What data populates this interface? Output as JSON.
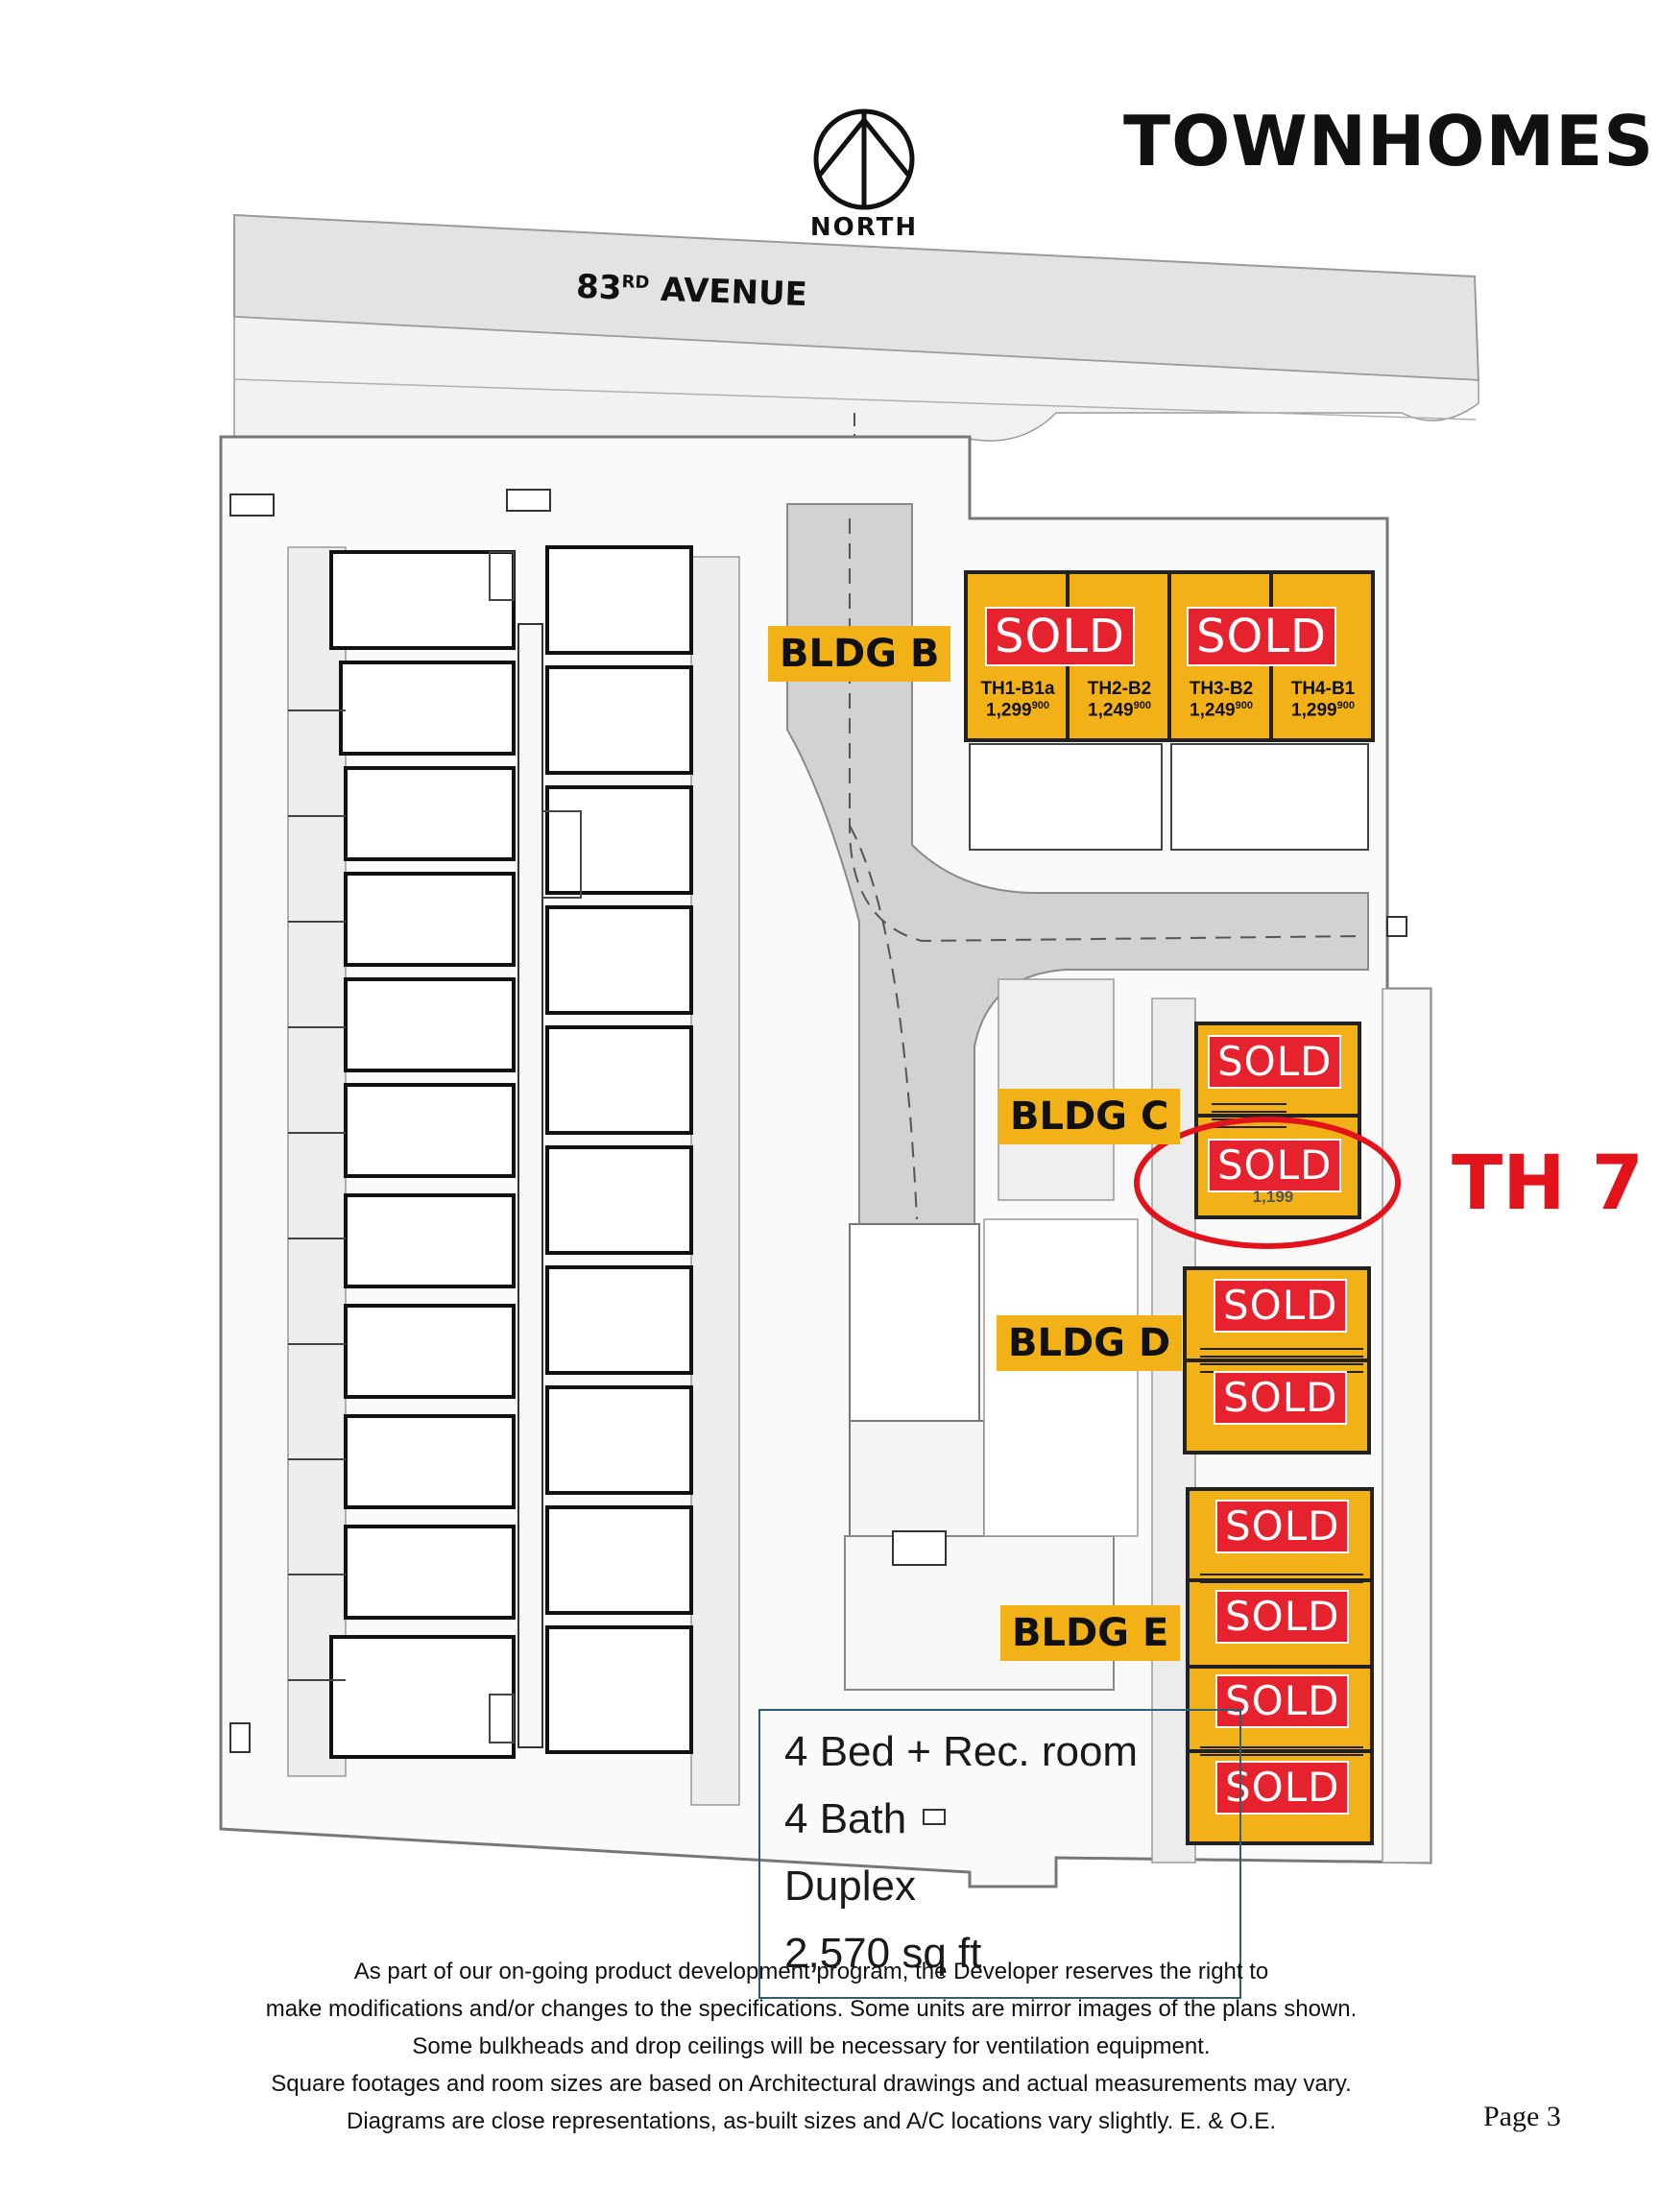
{
  "header": {
    "title": "TOWNHOMES",
    "north_label": "NORTH"
  },
  "street": {
    "number": "83",
    "suffix": "RD",
    "name": "AVENUE"
  },
  "buildings": [
    {
      "id": "b",
      "label": "BLDG B"
    },
    {
      "id": "c",
      "label": "BLDG C"
    },
    {
      "id": "d",
      "label": "BLDG D"
    },
    {
      "id": "e",
      "label": "BLDG E"
    }
  ],
  "status_text": "SOLD",
  "units_b": [
    {
      "code": "TH1-B1a",
      "price": "1,299",
      "cents": "900"
    },
    {
      "code": "TH2-B2",
      "price": "1,249",
      "cents": "900"
    },
    {
      "code": "TH3-B2",
      "price": "1,249",
      "cents": "900"
    },
    {
      "code": "TH4-B1",
      "price": "1,299",
      "cents": "900"
    }
  ],
  "th7_partial_price": "1,199",
  "callout": {
    "label": "TH 7",
    "color": "#e3131b"
  },
  "hover_info": {
    "line1": "4 Bed + Rec. room",
    "line2": "4 Bath",
    "line3": "Duplex",
    "line4": "2,570 sq ft"
  },
  "disclaimer": [
    "As part of our on-going product development program, the Developer reserves the right to",
    "make modifications and/or changes to the specifications. Some units are mirror images of the plans shown.",
    "Some bulkheads and drop ceilings will be necessary for ventilation equipment.",
    "Square footages and room sizes are based on Architectural drawings and actual measurements may vary.",
    "Diagrams are close representations, as-built sizes and A/C locations vary slightly. E. & O.E."
  ],
  "page_number": "Page 3",
  "colors": {
    "unit_fill": "#f2b217",
    "sold_badge": "#e5222d",
    "road": "#d9d9d9",
    "road_light": "#ececec"
  }
}
